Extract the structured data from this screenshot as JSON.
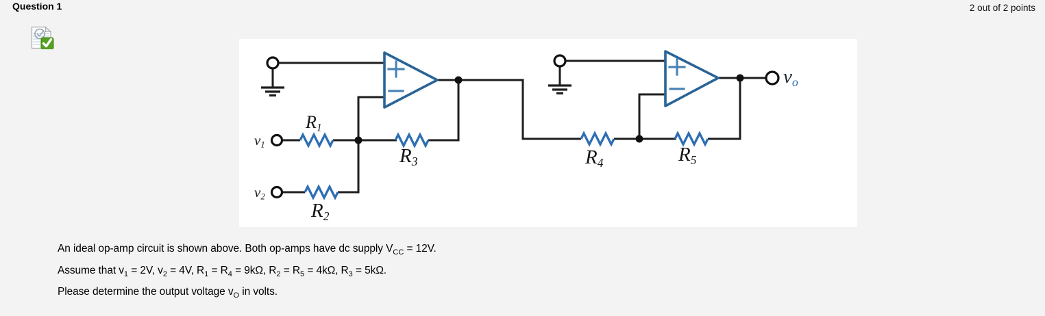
{
  "page": {
    "background": "#f3f3f4"
  },
  "header": {
    "question_label": "Question 1",
    "points_label": "2 out of 2 points"
  },
  "icon": {
    "name": "graded-question-icon",
    "badge": "green-check"
  },
  "circuit": {
    "colors": {
      "wire": "#1e1e1e",
      "opamp": "#2a6496",
      "symbol": "#4a84b5",
      "resistor": "#2f6eb3",
      "background": "#ffffff"
    },
    "labels": {
      "r1": {
        "base": "R",
        "sub": "1"
      },
      "r2": {
        "base": "R",
        "sub": "2"
      },
      "r3": {
        "base": "R",
        "sub": "3"
      },
      "r4": {
        "base": "R",
        "sub": "4"
      },
      "r5": {
        "base": "R",
        "sub": "5"
      },
      "v1": {
        "base": "v",
        "sub": "1"
      },
      "v2": {
        "base": "v",
        "sub": "2"
      },
      "vo": {
        "base": "v",
        "sub": "o"
      }
    }
  },
  "question": {
    "lines": [
      {
        "segments": [
          {
            "t": "An ideal op-amp circuit is shown above. Both op-amps have dc supply V"
          },
          {
            "t": "CC",
            "sub": true
          },
          {
            "t": " = 12V."
          }
        ]
      },
      {
        "segments": [
          {
            "t": "Assume that v"
          },
          {
            "t": "1",
            "sub": true
          },
          {
            "t": " = 2V, v"
          },
          {
            "t": "2",
            "sub": true
          },
          {
            "t": " = 4V, R"
          },
          {
            "t": "1",
            "sub": true
          },
          {
            "t": " = R"
          },
          {
            "t": "4",
            "sub": true
          },
          {
            "t": " = 9kΩ, R"
          },
          {
            "t": "2",
            "sub": true
          },
          {
            "t": " = R"
          },
          {
            "t": "5",
            "sub": true
          },
          {
            "t": " = 4kΩ, R"
          },
          {
            "t": "3",
            "sub": true
          },
          {
            "t": " = 5kΩ."
          }
        ]
      },
      {
        "segments": [
          {
            "t": "Please determine the output voltage v"
          },
          {
            "t": "O",
            "sub": true
          },
          {
            "t": " in volts."
          }
        ]
      }
    ]
  }
}
